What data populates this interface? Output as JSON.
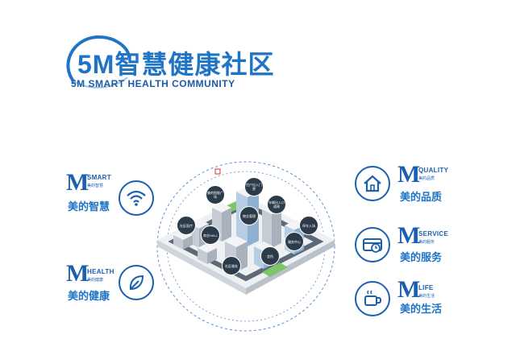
{
  "header": {
    "title_cn": "5M智慧健康社区",
    "title_en": "5M SMART HEALTH COMMUNITY"
  },
  "features_left": [
    {
      "logo": "M",
      "sub": "SMART",
      "tiny": "美的智慧",
      "label": "美的智慧",
      "icon": "wifi-icon"
    },
    {
      "logo": "M",
      "sub": "HEALTH",
      "tiny": "美的健康",
      "label": "美的健康",
      "icon": "leaf-icon"
    }
  ],
  "features_right": [
    {
      "logo": "M",
      "sub": "QUALITY",
      "tiny": "美的品质",
      "label": "美的品质",
      "icon": "house-icon"
    },
    {
      "logo": "M",
      "sub": "SERVICE",
      "tiny": "美的服务",
      "label": "美的服务",
      "icon": "service-icon"
    },
    {
      "logo": "M",
      "sub": "LIFE",
      "tiny": "美的生活",
      "label": "美的生活",
      "icon": "cup-icon"
    }
  ],
  "map_bubbles": [
    {
      "text": "美的智能广场"
    },
    {
      "text": "住户出入门禁"
    },
    {
      "text": "车辆出入口道闸"
    },
    {
      "text": "物业管理"
    },
    {
      "text": "社区医疗"
    },
    {
      "text": "商业HALL"
    },
    {
      "text": "停车入场"
    },
    {
      "text": "会所"
    },
    {
      "text": "服务中心"
    },
    {
      "text": "社区服务"
    }
  ],
  "colors": {
    "primary": "#1f74c6",
    "dark": "#1b5fb0"
  }
}
